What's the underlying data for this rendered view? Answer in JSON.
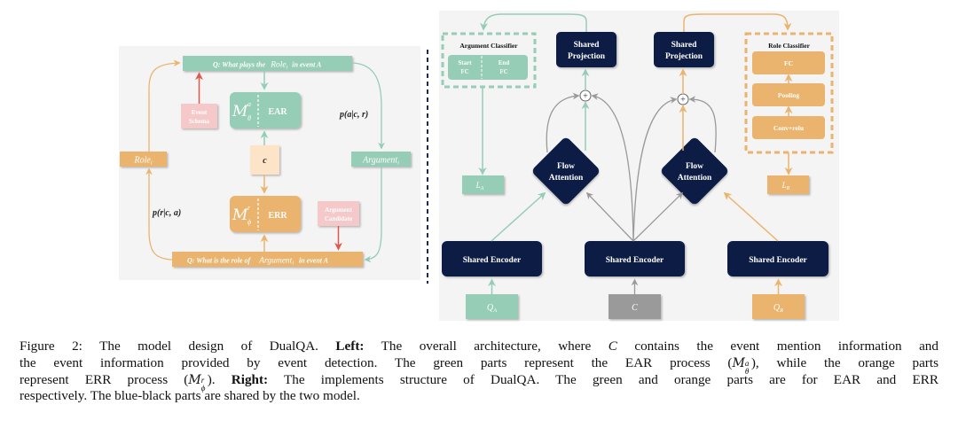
{
  "left_diagram": {
    "top_query": {
      "prefix": "Q: What plays the",
      "var": "Role",
      "sub": "i",
      "suffix": "in event A"
    },
    "event_schema": [
      "Event",
      "Schema"
    ],
    "ear_model": {
      "symbol": "M",
      "sup": "a",
      "sub": "θ",
      "label": "EAR"
    },
    "context": "c",
    "err_model": {
      "symbol": "M",
      "sup": "r",
      "sub": "ϕ",
      "label": "ERR"
    },
    "argument_candidate": [
      "Argument",
      "Candidate"
    ],
    "role_node": {
      "var": "Role",
      "sub": "i"
    },
    "argument_node": {
      "var": "Argument",
      "sub": "i"
    },
    "prob_ear": "p(a|c, r)",
    "prob_err": "p(r|c, a)",
    "bottom_query": {
      "prefix": "Q: What is the role of",
      "var": "Argument",
      "sub": "i",
      "suffix": "in event A"
    }
  },
  "right_diagram": {
    "argument_classifier": {
      "title": "Argument Classifier",
      "start": [
        "Start",
        "FC"
      ],
      "end": [
        "End",
        "FC"
      ]
    },
    "role_classifier": {
      "title": "Role Classifier",
      "layers": [
        "FC",
        "Pooling",
        "Conv+relu"
      ]
    },
    "shared_projection_left": [
      "Shared",
      "Projection"
    ],
    "shared_projection_right": [
      "Shared",
      "Projection"
    ],
    "flow_attention_left": [
      "Flow",
      "Attention"
    ],
    "flow_attention_right": [
      "Flow",
      "Attention"
    ],
    "plus_symbol": "+",
    "loss_a": {
      "var": "L",
      "sub": "A"
    },
    "loss_r": {
      "var": "L",
      "sub": "R"
    },
    "encoders": [
      "Shared Encoder",
      "Shared Encoder",
      "Shared Encoder"
    ],
    "inputs": {
      "qa": {
        "var": "Q",
        "sub": "A"
      },
      "c": {
        "var": "C"
      },
      "qr": {
        "var": "Q",
        "sub": "R"
      }
    }
  },
  "colors": {
    "green": "#96cdb6",
    "orange": "#ebb46e",
    "navy": "#0c1a44",
    "pink": "#f5c9c9",
    "red": "#e2574c",
    "peach": "#fde3c8",
    "gray_input": "#9a9a9a",
    "panel_bg": "#f4f4f4"
  },
  "caption": {
    "lines": [
      [
        "Figure 2: The model design of DualQA. ",
        "Left:",
        " The overall architecture, where ",
        "C",
        " contains the event mention information and"
      ],
      [
        "the event information provided by event detection. The green parts represent the EAR process (",
        "M",
        "a",
        "θ",
        "), while the orange parts"
      ],
      [
        "represent ERR process (",
        "M",
        "r",
        "ϕ",
        "). ",
        "Right:",
        " The implements structure of DualQA. The green and orange parts are for EAR and ERR"
      ],
      [
        "respectively. The blue-black parts are shared by the two model."
      ]
    ]
  }
}
